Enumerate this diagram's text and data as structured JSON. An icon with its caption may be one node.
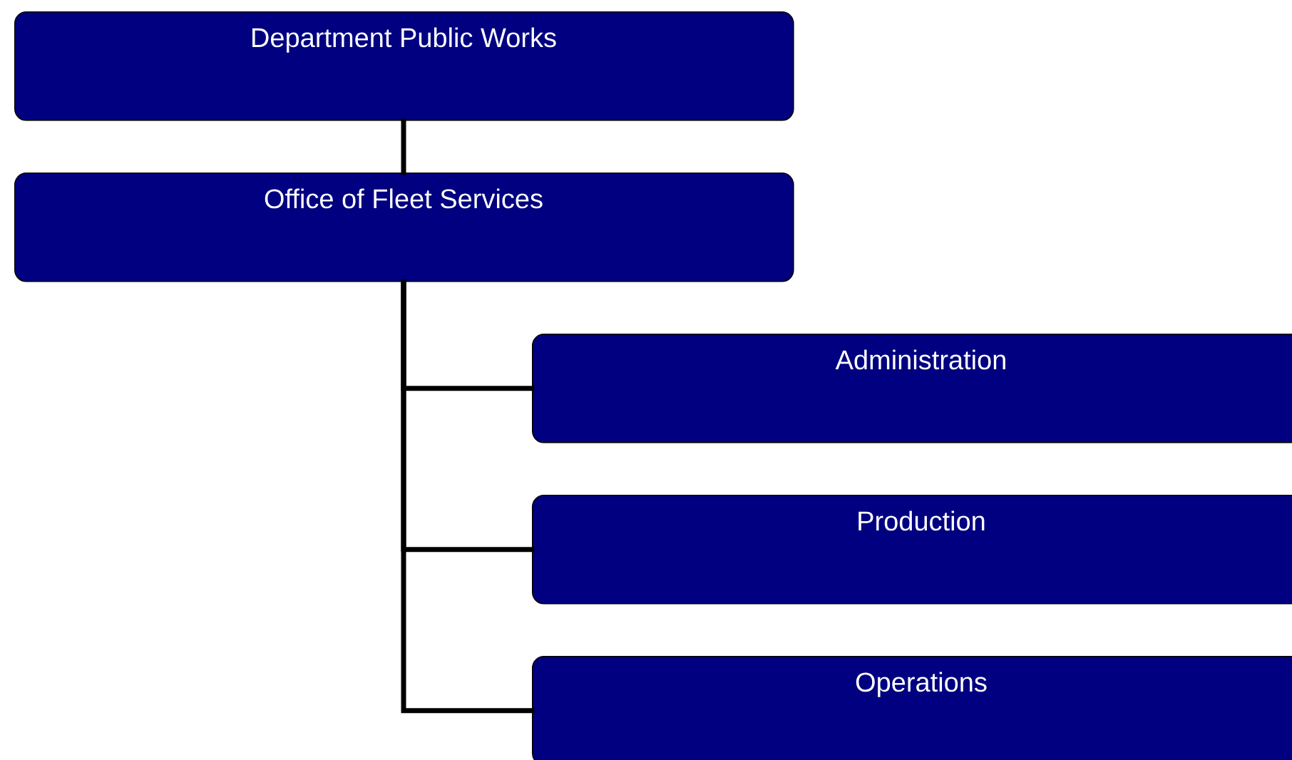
{
  "diagram": {
    "nodes": [
      {
        "text": [
          "Department Public Works"
        ]
      },
      {
        "text": [
          "Office of Fleet Services"
        ]
      },
      {
        "text": [
          "Administration"
        ]
      },
      {
        "text": [
          "Production"
        ]
      },
      {
        "text": [
          "Operations"
        ]
      }
    ],
    "edges": [
      {
        "from": 0,
        "to": 1,
        "arrow": "none"
      },
      {
        "from": 1,
        "to": 2,
        "arrow": "none"
      },
      {
        "from": 1,
        "to": 3,
        "arrow": "none"
      },
      {
        "from": 1,
        "to": 4,
        "arrow": "none"
      }
    ]
  }
}
